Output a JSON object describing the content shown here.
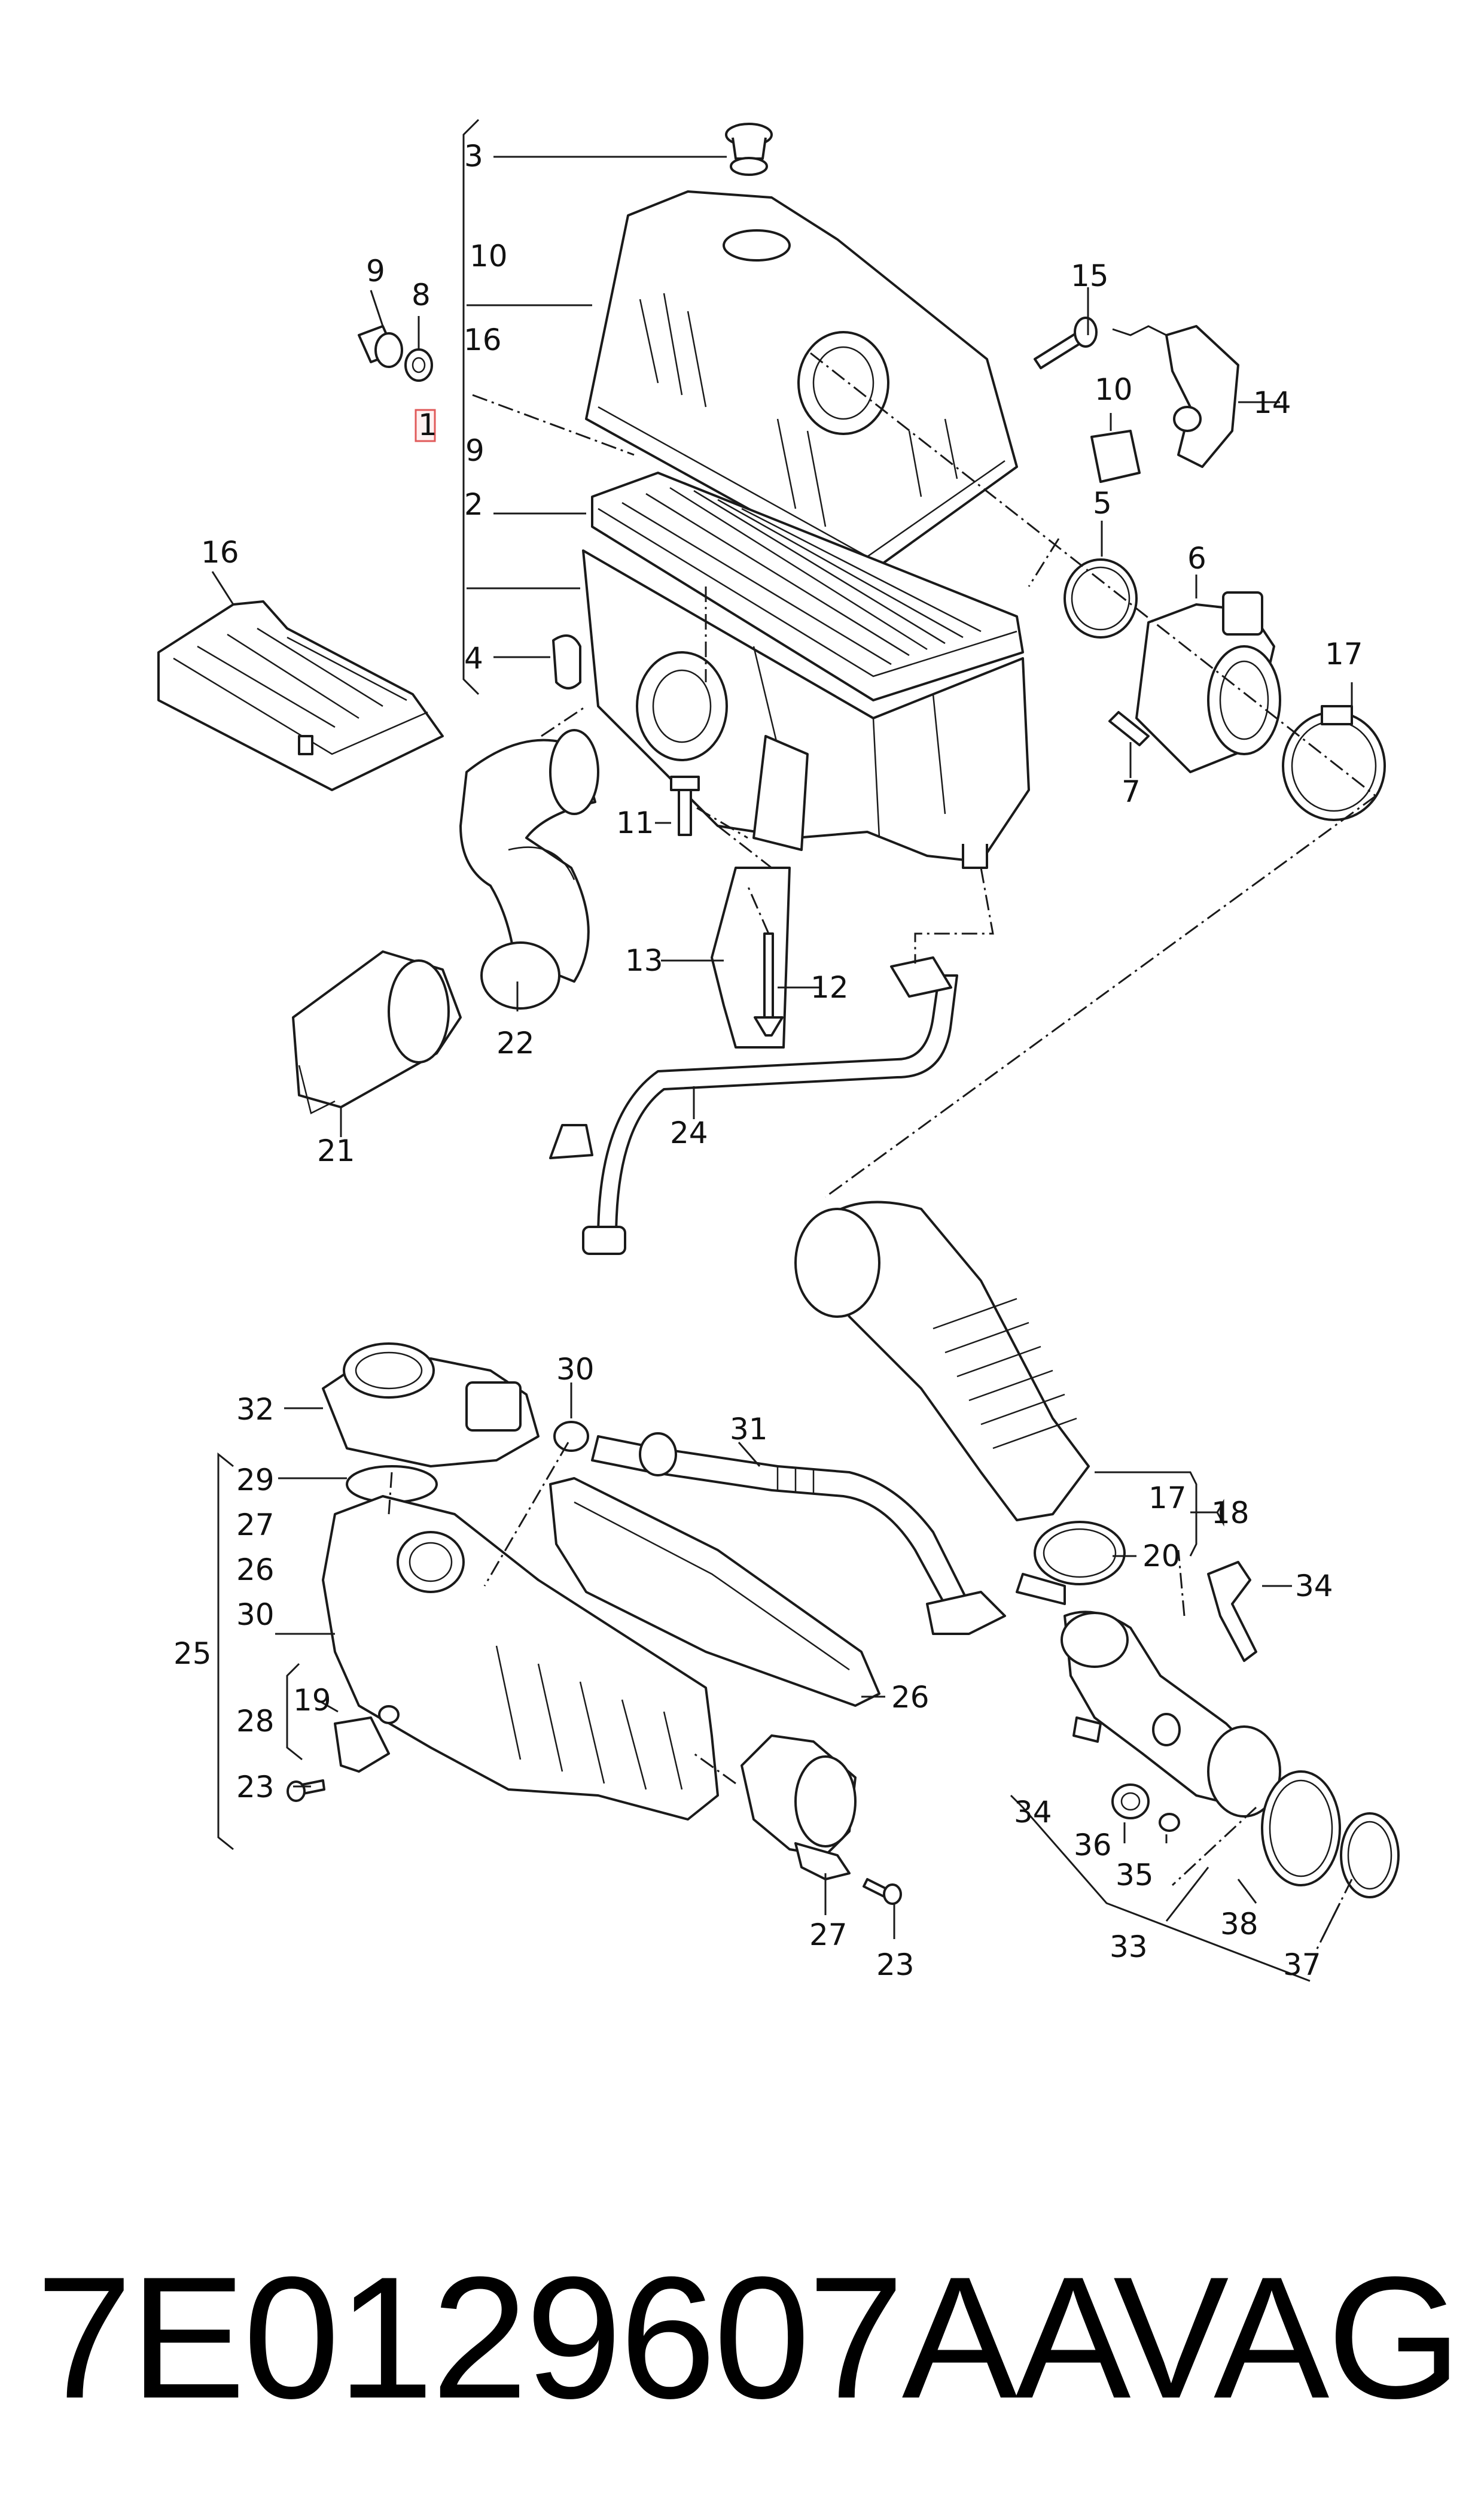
{
  "footer": {
    "part_number": "7E0129607AA",
    "brand": "VAG"
  },
  "highlight": "1",
  "callouts": {
    "c1": "1",
    "c2": "2",
    "c3": "3",
    "c4": "4",
    "c5": "5",
    "c6": "6",
    "c7": "7",
    "c8": "8",
    "c9a": "9",
    "c9b": "9",
    "c10a": "10",
    "c10b": "10",
    "c11": "11",
    "c12": "12",
    "c13": "13",
    "c14": "14",
    "c15": "15",
    "c16a": "16",
    "c16b": "16",
    "c17a": "17",
    "c17b": "17",
    "c18": "18",
    "c19": "19",
    "c20": "20",
    "c21": "21",
    "c22": "22",
    "c23a": "23",
    "c23b": "23",
    "c24": "24",
    "c25": "25",
    "c26a": "26",
    "c26b": "26",
    "c27a": "27",
    "c27b": "27",
    "c28": "28",
    "c29": "29",
    "c30a": "30",
    "c30b": "30",
    "c31": "31",
    "c32": "32",
    "c33": "33",
    "c34a": "34",
    "c34b": "34",
    "c35": "35",
    "c36": "36",
    "c37": "37",
    "c38": "38"
  }
}
